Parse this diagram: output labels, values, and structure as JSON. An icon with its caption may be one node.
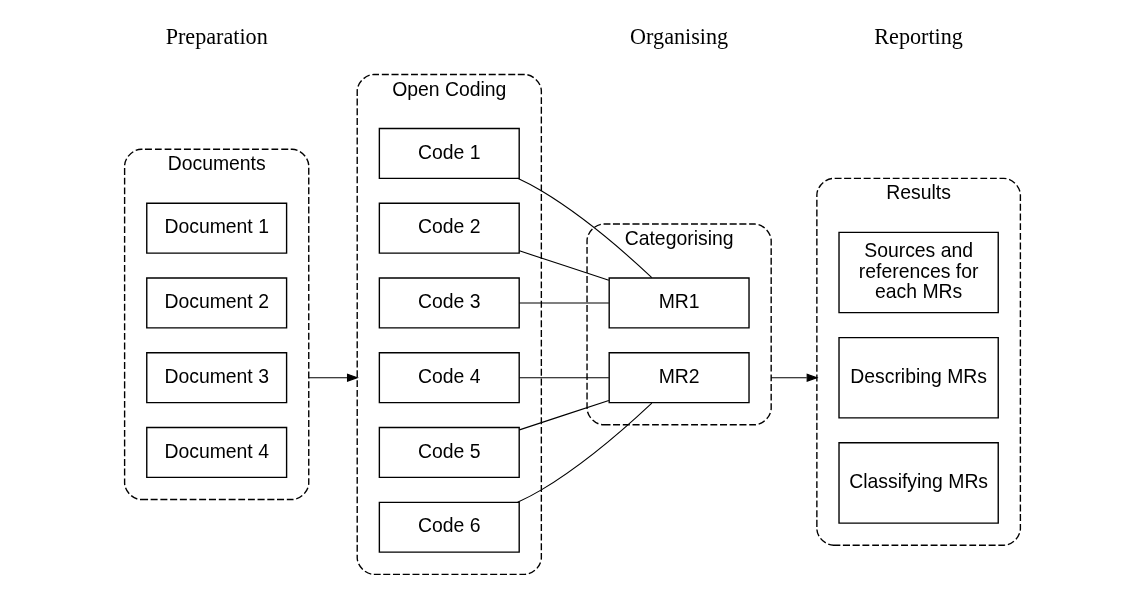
{
  "diagram": {
    "nodes": [
      {
        "text": [
          "Documents"
        ]
      },
      {
        "text": [
          "Document 1"
        ],
        "in": 0
      },
      {
        "text": [
          "Document 2"
        ],
        "in": 0
      },
      {
        "text": [
          "Document 3"
        ],
        "in": 0
      },
      {
        "text": [
          "Document 4"
        ],
        "in": 0
      },
      {
        "text": [
          "Open Coding"
        ]
      },
      {
        "text": [
          "Code 1"
        ],
        "in": 5
      },
      {
        "text": [
          "Code 2"
        ],
        "in": 5
      },
      {
        "text": [
          "Code 3"
        ],
        "in": 5
      },
      {
        "text": [
          "Code 4"
        ],
        "in": 5
      },
      {
        "text": [
          "Code 5"
        ],
        "in": 5
      },
      {
        "text": [
          "Code 6"
        ],
        "in": 5
      },
      {
        "text": [
          "Categorising"
        ]
      },
      {
        "text": [
          "MR1"
        ],
        "in": 12
      },
      {
        "text": [
          "MR2"
        ],
        "in": 12
      },
      {
        "text": [
          "Results"
        ]
      },
      {
        "text": [
          "Sources and references for each MRs"
        ],
        "in": 15
      },
      {
        "text": [
          "Describing MRs"
        ],
        "in": 15
      },
      {
        "text": [
          "Classifying MRs"
        ],
        "in": 15
      }
    ],
    "edges": [
      {
        "from": 0,
        "to": 5,
        "arrow": "to"
      },
      {
        "from": 6,
        "to": 13,
        "arrow": "none"
      },
      {
        "from": 7,
        "to": 13,
        "arrow": "none"
      },
      {
        "from": 8,
        "to": 13,
        "arrow": "none"
      },
      {
        "from": 9,
        "to": 14,
        "arrow": "none"
      },
      {
        "from": 10,
        "to": 14,
        "arrow": "none"
      },
      {
        "from": 11,
        "to": 14,
        "arrow": "none"
      },
      {
        "from": 12,
        "to": 15,
        "arrow": "to"
      }
    ],
    "labels": [
      "Preparation",
      "Organising",
      "Reporting"
    ]
  }
}
